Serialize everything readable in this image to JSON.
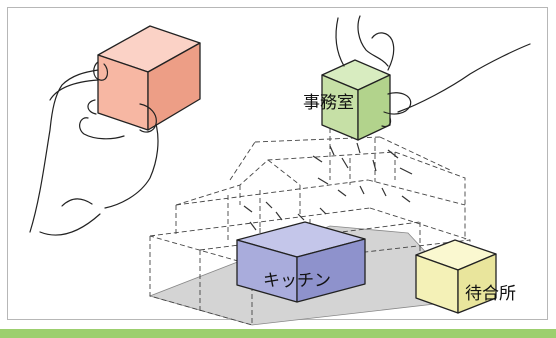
{
  "figure": {
    "labels": {
      "office": "事務室",
      "kitchen": "キッチン",
      "waiting_room": "待合所"
    }
  },
  "colors": {
    "frame_border": "#b7b7b7",
    "accent_bar": "#9ccf6e",
    "salmon_block": "#f7b7a3",
    "office_block": "#c6e0a6",
    "kitchen_block": "#a9acdc",
    "waiting_block": "#f4f1b7",
    "floor_shadow": "#d4d4d4"
  },
  "icons": [
    "hand-left-icon",
    "hand-top-icon"
  ]
}
